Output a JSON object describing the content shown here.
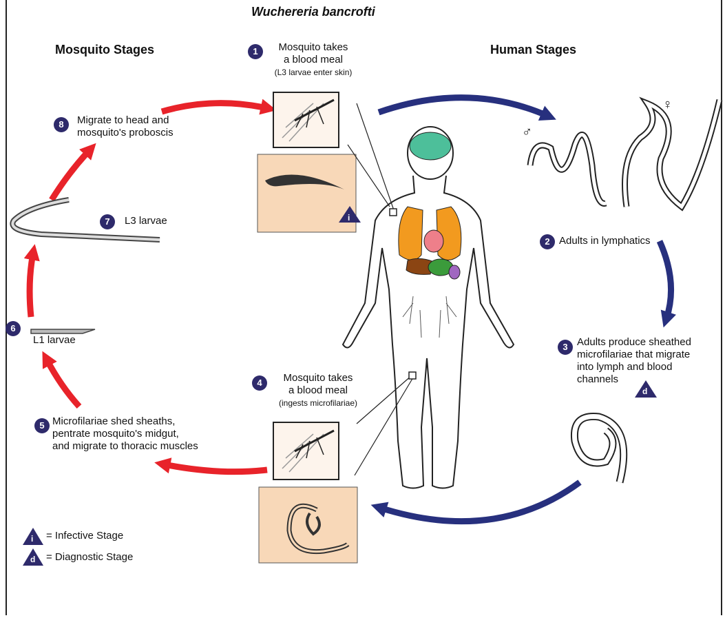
{
  "title": "Wuchereria bancrofti",
  "headings": {
    "mosquito": "Mosquito Stages",
    "human": "Human Stages"
  },
  "stages": [
    {
      "num": "1",
      "line1": "Mosquito takes",
      "line2": "a blood meal",
      "note": "(L3 larvae enter skin)"
    },
    {
      "num": "2",
      "line1": "Adults in lymphatics"
    },
    {
      "num": "3",
      "line1": "Adults produce sheathed",
      "line2": "microfilariae that migrate",
      "line3": "into lymph and blood",
      "line4": "channels"
    },
    {
      "num": "4",
      "line1": "Mosquito takes",
      "line2": "a blood meal",
      "note": "(ingests microfilariae)"
    },
    {
      "num": "5",
      "line1": "Microfilariae shed sheaths,",
      "line2": "pentrate mosquito's midgut,",
      "line3": "and migrate to thoracic muscles"
    },
    {
      "num": "6",
      "line1": "L1 larvae"
    },
    {
      "num": "7",
      "line1": "L3 larvae"
    },
    {
      "num": "8",
      "line1": "Migrate to head and",
      "line2": "mosquito's proboscis"
    }
  ],
  "legend": {
    "infective_symbol": "i",
    "infective": "= Infective Stage",
    "diagnostic_symbol": "d",
    "diagnostic": "= Diagnostic Stage"
  },
  "symbols": {
    "male": "♂",
    "female": "♀"
  },
  "colors": {
    "human_arrow": "#27307e",
    "mosquito_arrow": "#e8232a",
    "badge": "#2e2a6b",
    "inset_bg": "#f8d8b8"
  }
}
